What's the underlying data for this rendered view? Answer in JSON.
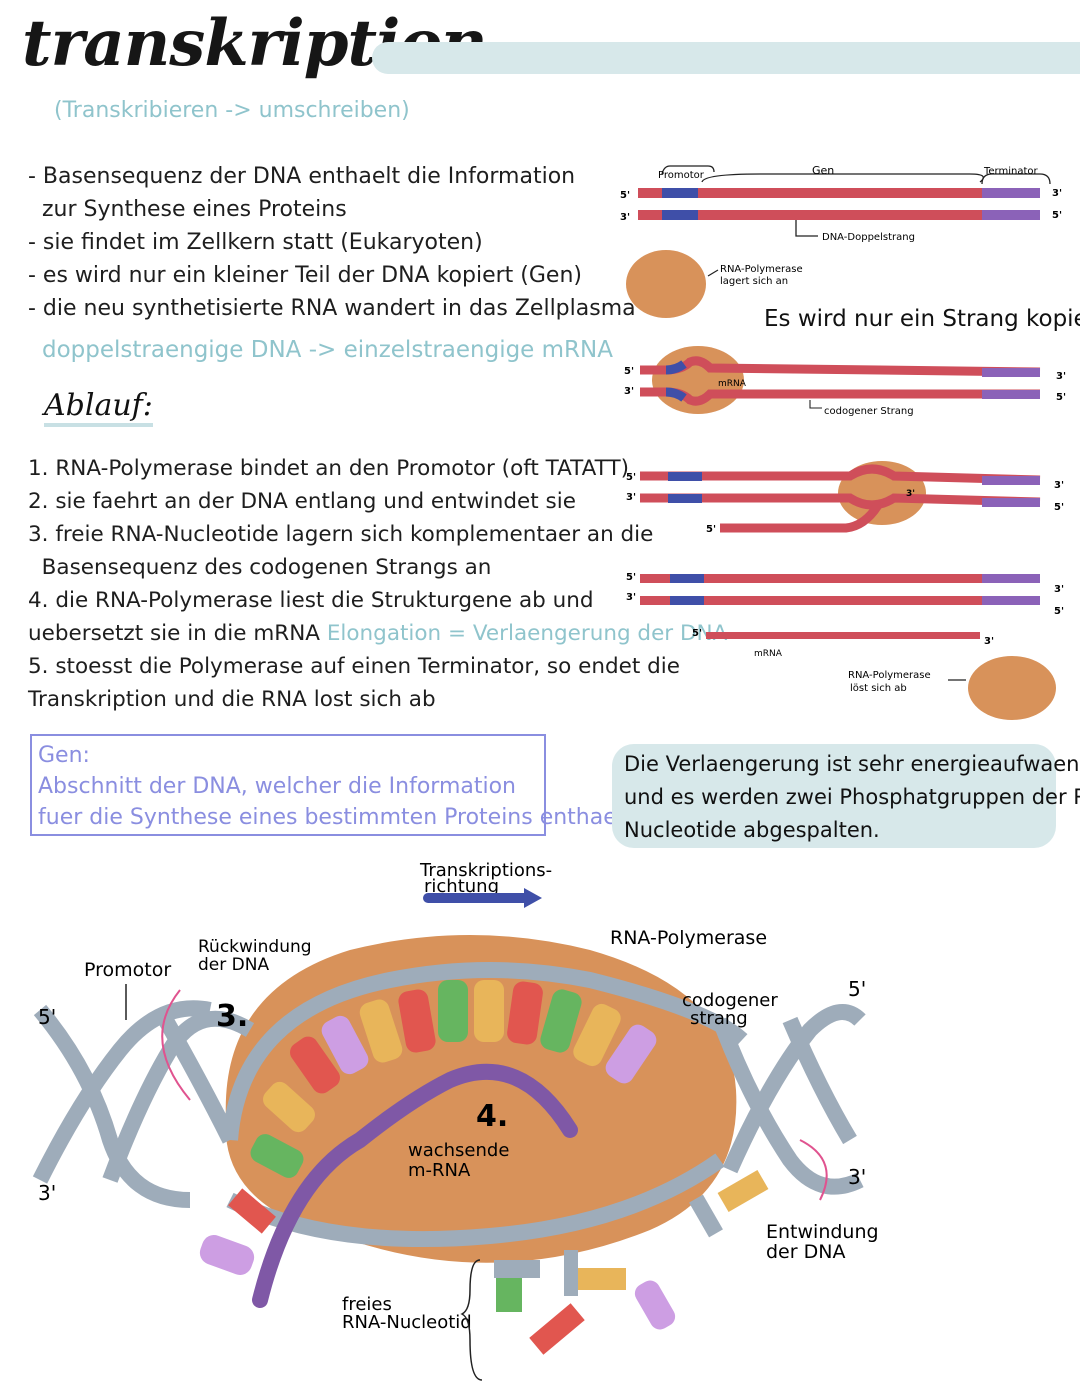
{
  "title": "transkription",
  "subtitle": "(Transkribieren -> umschreiben)",
  "bullets": [
    "- Basensequenz der DNA enthaelt die Information",
    "  zur Synthese eines Proteins",
    "- sie findet im Zellkern statt (Eukaryoten)",
    "- es wird nur ein kleiner Teil der DNA kopiert (Gen)",
    "- die neu synthetisierte RNA wandert in das Zellplasma"
  ],
  "summary_line": "doppelstraengige DNA -> einzelstraengige mRNA",
  "ablauf_heading": "Ablauf:",
  "steps": [
    "1. RNA-Polymerase bindet an den Promotor (oft TATATT)",
    "2. sie faehrt an der DNA entlang und entwindet sie",
    "3. freie RNA-Nucleotide lagern sich komplementaer an die",
    "  Basensequenz des codogenen Strangs an",
    "4. die RNA-Polymerase liest die Strukturgene ab und",
    "uebersetzt sie in die mRNA ",
    "5. stoesst die Polymerase auf einen Terminator, so endet die",
    "Transkription und die RNA lost sich ab"
  ],
  "step4_highlight": "Elongation = Verlaengerung der DNA",
  "gen_box": {
    "heading": "Gen:",
    "lines": [
      "Abschnitt der DNA, welcher die Information",
      "fuer die Synthese eines bestimmten Proteins enthaelt."
    ]
  },
  "energy_note": [
    "Die Verlaengerung ist sehr energieaufwaendig",
    "und es werden zwei Phosphatgruppen der RNA-",
    "Nucleotide abgespalten."
  ],
  "strand_note": "Es wird nur ein Strang kopiert!",
  "diagram": {
    "five": "5'",
    "three": "3'",
    "promotor": "Promotor",
    "gen": "Gen",
    "terminator": "Terminator",
    "dna_double": "DNA-Doppelstrang",
    "rna_pol_line1": "RNA-Polymerase",
    "rna_pol_line2": "lagert sich an",
    "mrna_small": "mRNA",
    "codogen_small": "codogener Strang",
    "release_line1": "RNA-Polymerase",
    "release_line2": "löst sich ab"
  },
  "big_diagram": {
    "direction_line1": "Transkriptions-",
    "direction_line2": "richtung",
    "rna_polymerase": "RNA-Polymerase",
    "rewinding_line1": "Rückwindung",
    "rewinding_line2": "der DNA",
    "promotor": "Promotor",
    "step3": "3.",
    "step4": "4.",
    "codogen_line1": "codogener",
    "codogen_line2": "strang",
    "growing_line1": "wachsende",
    "growing_line2": "m-RNA",
    "unwinding_line1": "Entwindung",
    "unwinding_line2": "der DNA",
    "free_line1": "freies",
    "free_line2": "RNA-Nucleotid",
    "five_left": "5'",
    "three_left": "3'",
    "five_right": "5'",
    "three_right": "3'"
  },
  "colors": {
    "teal_text": "#8fc4cc",
    "teal_bg": "#d7e8ea",
    "gene_box": "#8a8ee0",
    "dna_red": "#cf4e5a",
    "promotor_blue": "#3f4fa8",
    "terminator_purple": "#8b62b8",
    "polymerase": "#d8925a",
    "dna_grey": "#9eacba",
    "mrna_purple": "#7f58a6"
  }
}
